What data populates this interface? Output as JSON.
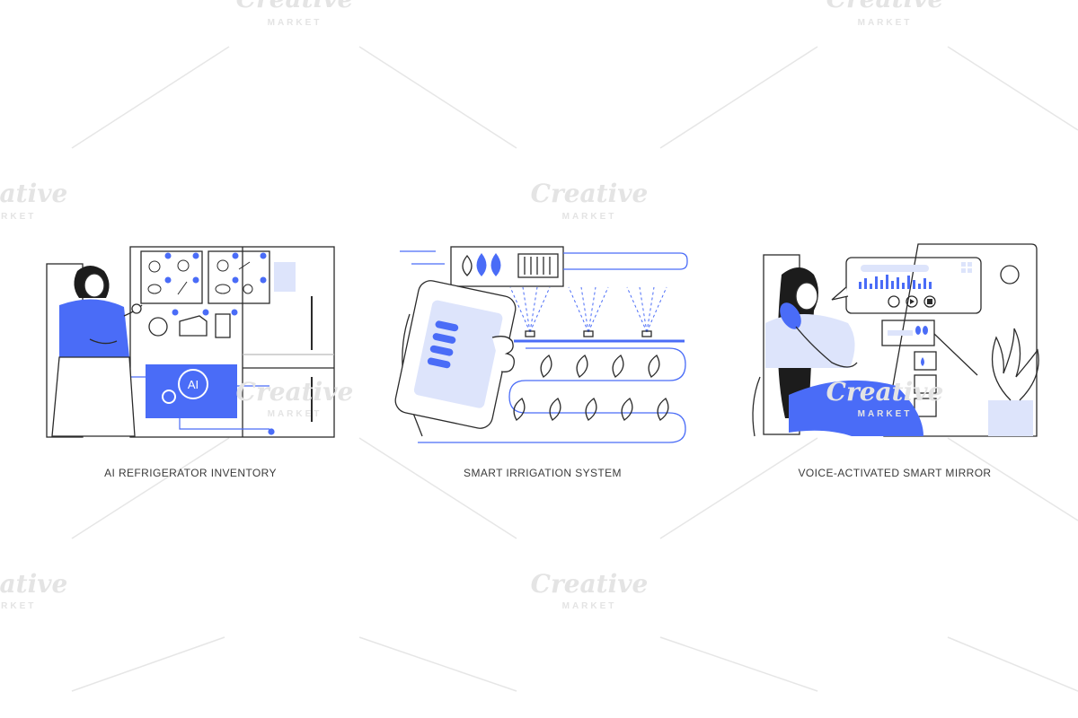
{
  "accent_color": "#4a6cf7",
  "accent_light": "#dde4fb",
  "line_color": "#2b2b2b",
  "watermark": {
    "brand": "Creative",
    "sub": "MARKET"
  },
  "illustrations": [
    {
      "caption": "AI REFRIGERATOR INVENTORY",
      "badge": "AI"
    },
    {
      "caption": "SMART IRRIGATION SYSTEM"
    },
    {
      "caption": "VOICE-ACTIVATED SMART MIRROR"
    }
  ]
}
